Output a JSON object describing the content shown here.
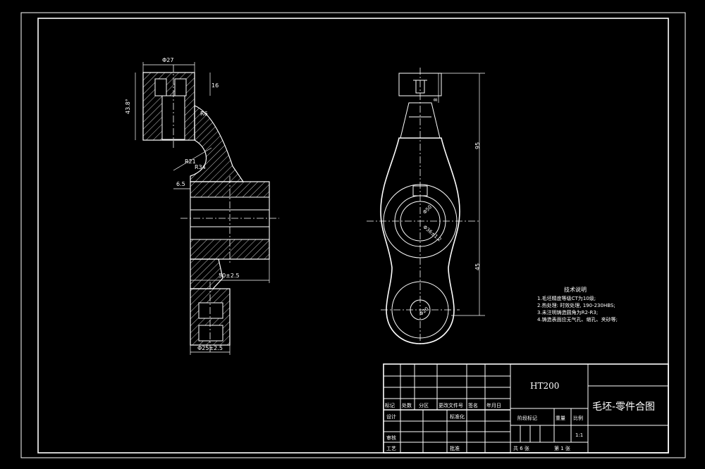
{
  "dimensions": {
    "top_diameter": "Φ27",
    "top_height": "16",
    "left_vertical": "43.8°",
    "radius_small": "R6",
    "radius_r21": "R21",
    "radius_r34": "R34",
    "left_offset": "6.5",
    "middle_width": "50±2.5",
    "bottom_diameter": "Φ25±2.5",
    "front_top_slot": "8",
    "front_height_upper": "95",
    "front_height_lower": "45",
    "front_bore_outer": "Φ50",
    "front_bore_inner": "Φ36±1.2",
    "front_lower_hole": "Φ20"
  },
  "tech_notes": {
    "title": "技术说明",
    "items": [
      "1.毛坯精度等级CT为10级;",
      "2.热处理: 时效处理, 190-230HBS;",
      "3.未注明铸造圆角为R2-R3;",
      "4.铸造表面应无气孔、缩孔、夹砂等;"
    ]
  },
  "title_block": {
    "material": "HT200",
    "drawing_title": "毛坯-零件合图",
    "revision_headers": [
      "标记",
      "处数",
      "分区",
      "更改文件号",
      "签名",
      "年月日"
    ],
    "left_labels": [
      "设计",
      "审核",
      "工艺"
    ],
    "standardization": "标准化",
    "approve": "批准",
    "stage_mark": "阶段标记",
    "weight": "重量",
    "scale_label": "比例",
    "scale_value": "1:1",
    "sheets_total": "共 6 张",
    "sheet_current": "第 1 张"
  }
}
